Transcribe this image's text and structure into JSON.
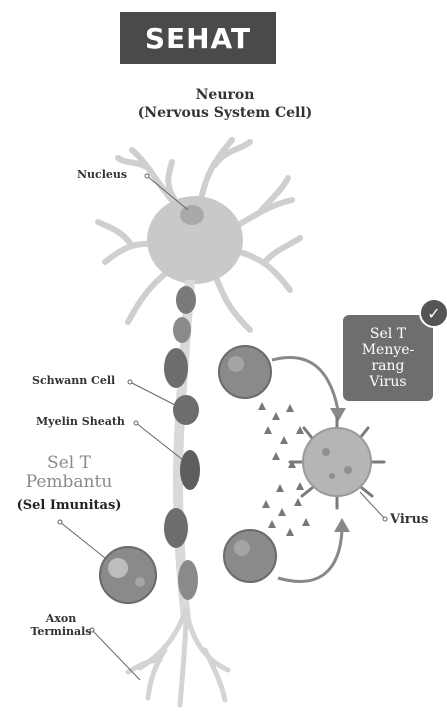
{
  "banner": {
    "text": "SEHAT"
  },
  "title": {
    "line1": "Neuron",
    "line2": "(Nervous System Cell)"
  },
  "labels": {
    "nucleus": "Nucleus",
    "schwann": "Schwann Cell",
    "myelin": "Myelin Sheath",
    "axon_line1": "Axon",
    "axon_line2": "Terminals",
    "virus": "Virus"
  },
  "helper_t_cell": {
    "line1": "Sel T",
    "line2": "Pembantu",
    "line3": "(Sel Imunitas)"
  },
  "attack_box": {
    "line1": "Sel T",
    "line2": "Menye-",
    "line3": "rang",
    "line4": "Virus"
  },
  "check_icon": "checkmark-icon",
  "colors": {
    "banner": "#4a4a4a",
    "neuron": "#c6c6c6",
    "myelin": "#6d6d6d",
    "virus": "#b5b5b5",
    "tcell": "#8a8a8a",
    "attack_box": "#6e6e6e"
  }
}
